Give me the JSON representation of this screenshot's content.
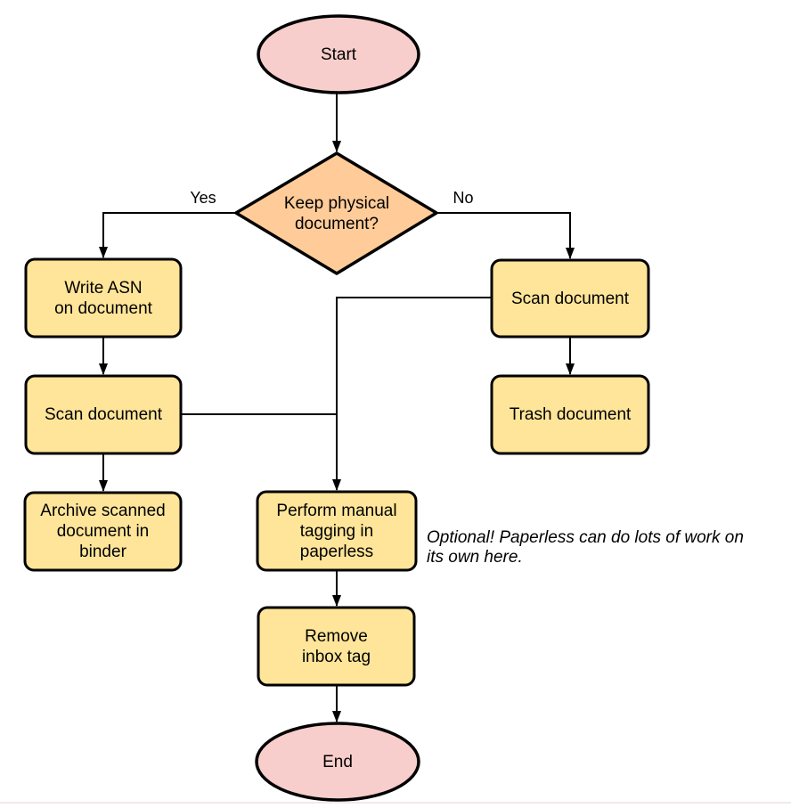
{
  "colors": {
    "terminal_fill": "#f8cecc",
    "decision_fill": "#ffcc99",
    "process_fill": "#ffe599",
    "stroke": "#000000"
  },
  "nodes": {
    "start": {
      "label": "Start"
    },
    "decision": {
      "label": [
        "Keep physical",
        "document?"
      ]
    },
    "write_asn": {
      "label": [
        "Write ASN",
        "on document"
      ]
    },
    "scan_left": {
      "label": "Scan document"
    },
    "archive": {
      "label": [
        "Archive scanned",
        "document in",
        "binder"
      ]
    },
    "scan_right": {
      "label": "Scan document"
    },
    "trash": {
      "label": "Trash document"
    },
    "tagging": {
      "label": [
        "Perform manual",
        "tagging in",
        "paperless"
      ]
    },
    "remove_inbox": {
      "label": [
        "Remove",
        "inbox tag"
      ]
    },
    "end": {
      "label": "End"
    }
  },
  "edge_labels": {
    "yes": "Yes",
    "no": "No"
  },
  "annotation": {
    "text": [
      "Optional! Paperless can do lots of work on",
      "its own here."
    ]
  }
}
